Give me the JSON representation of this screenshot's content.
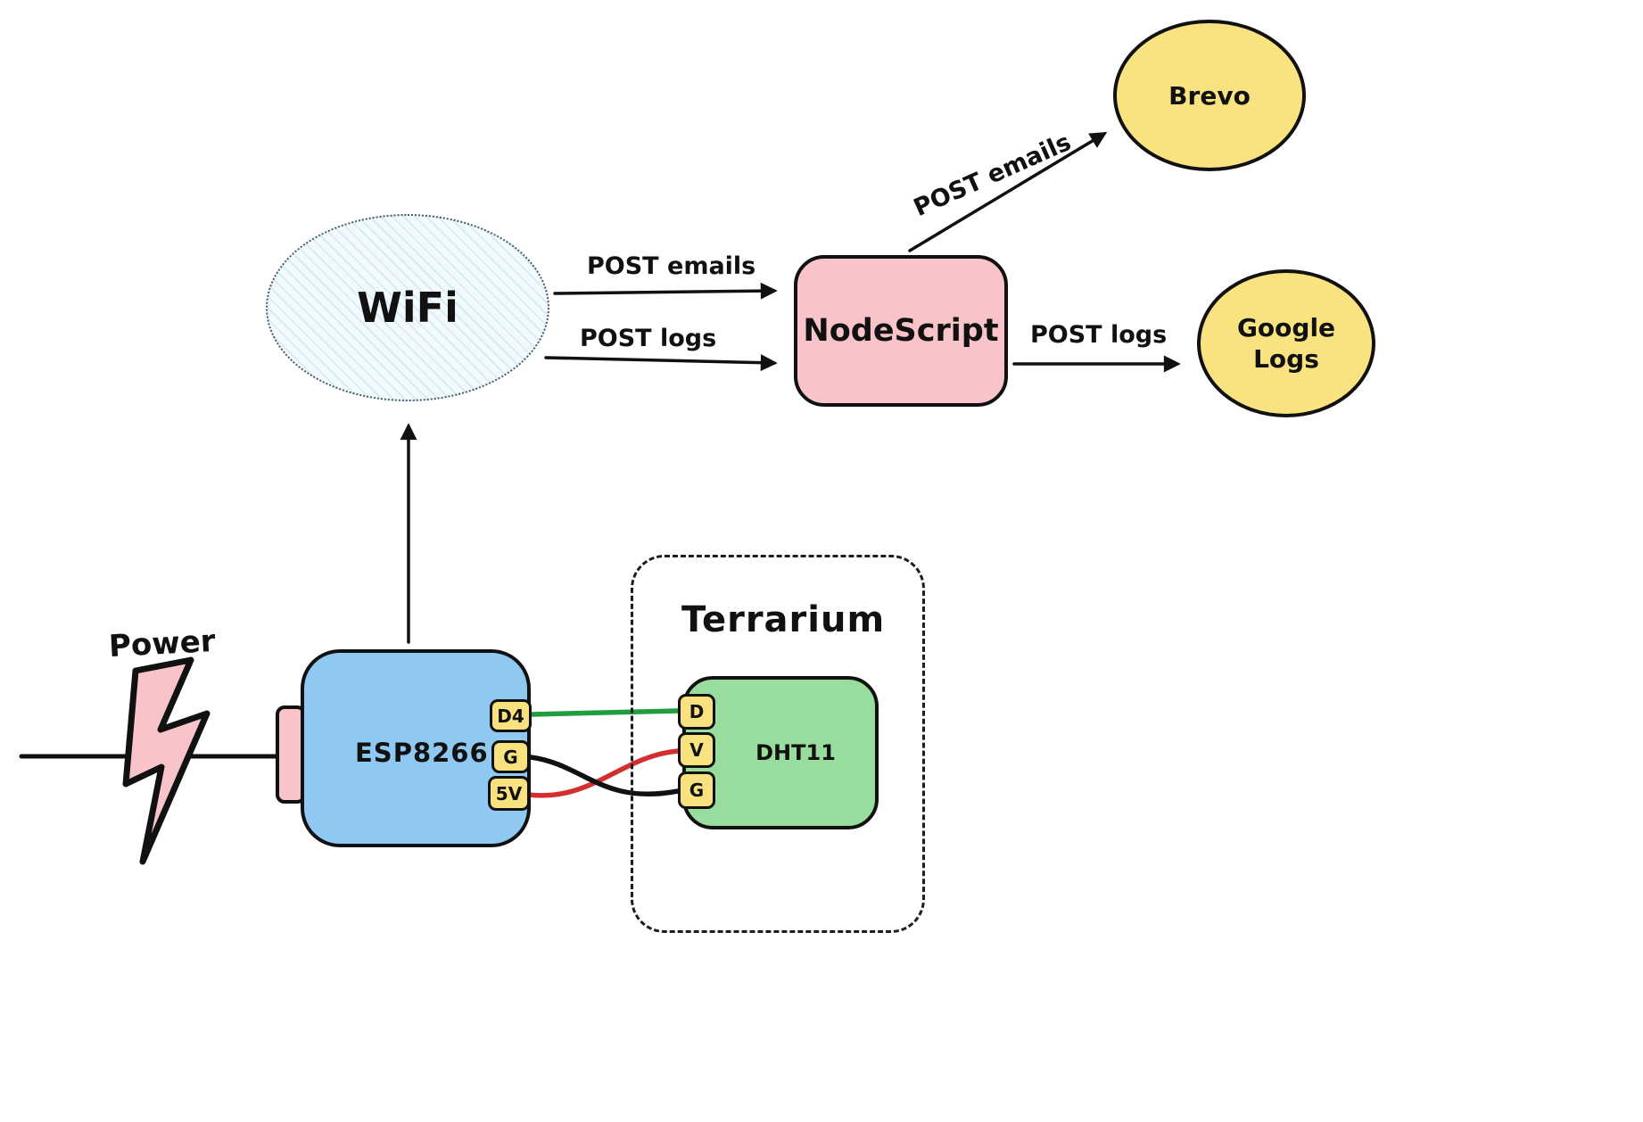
{
  "nodes": {
    "power": {
      "label": "Power"
    },
    "esp8266": {
      "label": "ESP8266",
      "pins": [
        "D4",
        "G",
        "5V"
      ]
    },
    "terrarium": {
      "label": "Terrarium"
    },
    "dht11": {
      "label": "DHT11",
      "pins": [
        "D",
        "V",
        "G"
      ]
    },
    "wifi": {
      "label": "WiFi"
    },
    "nodescript": {
      "label": "NodeScript"
    },
    "brevo": {
      "label": "Brevo"
    },
    "google_logs": {
      "line1": "Google",
      "line2": "Logs"
    }
  },
  "edges": {
    "wifi_to_nodescript_emails": {
      "label": "POST emails"
    },
    "wifi_to_nodescript_logs": {
      "label": "POST logs"
    },
    "nodescript_to_brevo": {
      "label": "POST emails"
    },
    "nodescript_to_google": {
      "label": "POST logs"
    }
  },
  "colors": {
    "ink": "#111111",
    "esp_fill": "#8fc9f1",
    "node_fill": "#f9c4c9",
    "pin_fill": "#f8e17e",
    "dht_fill": "#98dd9d",
    "bubble_fill": "#f8e380",
    "wire_green": "#1f9d3f",
    "wire_red": "#d32f2f"
  }
}
